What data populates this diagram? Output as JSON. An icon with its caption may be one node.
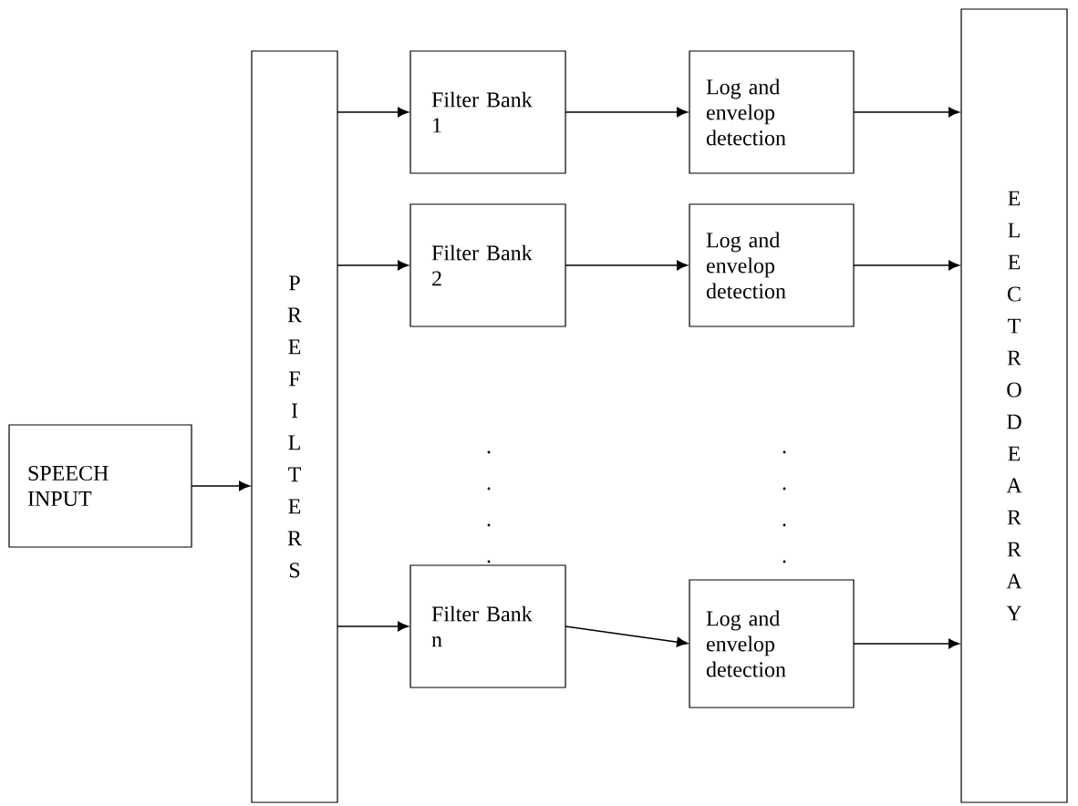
{
  "diagram": {
    "nodes": [
      {
        "text": [
          "SPEECH INPUT"
        ]
      },
      {
        "text": [
          "P R E F I L T E R S"
        ]
      },
      {
        "text": [
          "Filter Bank 1"
        ]
      },
      {
        "text": [
          "Log and envelop detection"
        ]
      },
      {
        "text": [
          "Filter Bank 2"
        ]
      },
      {
        "text": [
          "Log and envelop detection"
        ]
      },
      {
        "text": [
          "Filter Bank n"
        ]
      },
      {
        "text": [
          "Log and envelop detection"
        ]
      },
      {
        "text": [
          "E L E C T R O D E A R R A Y"
        ]
      }
    ],
    "edges": [
      {
        "from": 0,
        "to": 1,
        "arrow": "to"
      },
      {
        "from": 1,
        "to": 2,
        "arrow": "to"
      },
      {
        "from": 1,
        "to": 4,
        "arrow": "to"
      },
      {
        "from": 1,
        "to": 6,
        "arrow": "to"
      },
      {
        "from": 2,
        "to": 3,
        "arrow": "to"
      },
      {
        "from": 4,
        "to": 5,
        "arrow": "to"
      },
      {
        "from": 6,
        "to": 7,
        "arrow": "to"
      },
      {
        "from": 3,
        "to": 8,
        "arrow": "to"
      },
      {
        "from": 5,
        "to": 8,
        "arrow": "to"
      },
      {
        "from": 7,
        "to": 8,
        "arrow": "to"
      }
    ]
  }
}
